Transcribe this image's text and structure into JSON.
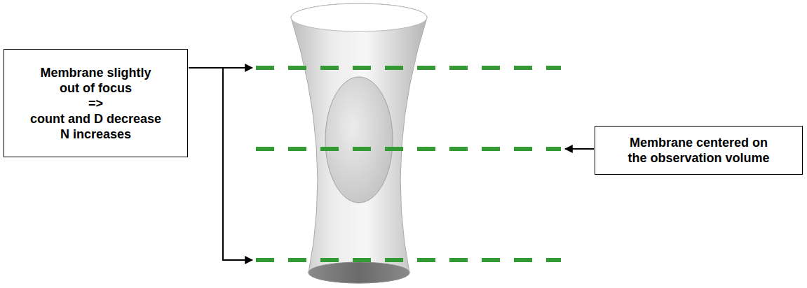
{
  "diagram": {
    "nodes": [
      {
        "text": [
          "Membrane slightly out of focus",
          "=>",
          "count and D decrease N increases"
        ]
      },
      {
        "text": [
          "Membrane centered on the observation volume"
        ]
      }
    ]
  }
}
